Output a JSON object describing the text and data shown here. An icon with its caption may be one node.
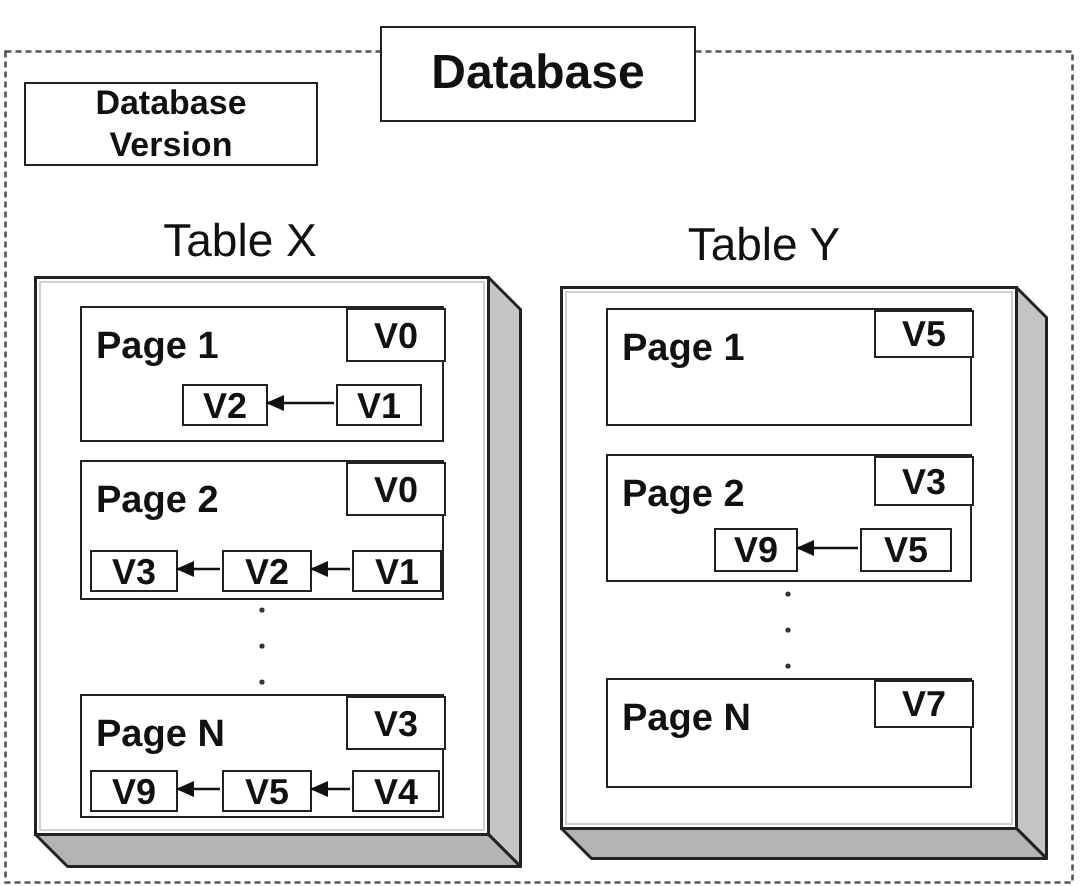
{
  "diagram": {
    "nodes": [
      {
        "text": [
          "Database"
        ]
      },
      {
        "text": [],
        "shape": "box"
      },
      {
        "text": [
          "Database Version"
        ],
        "in": 1
      },
      {
        "text": [
          "Table X"
        ],
        "in": 1
      },
      {
        "text": [
          "Page 1"
        ],
        "in": 3
      },
      {
        "text": [
          "V0"
        ],
        "in": 4
      },
      {
        "text": [
          "V2"
        ],
        "in": 4
      },
      {
        "text": [
          "V1"
        ],
        "in": 4
      },
      {
        "text": [
          "Page 2"
        ],
        "in": 3
      },
      {
        "text": [
          "V0"
        ],
        "in": 8
      },
      {
        "text": [
          "V3"
        ],
        "in": 8
      },
      {
        "text": [
          "V2"
        ],
        "in": 8
      },
      {
        "text": [
          "V1"
        ],
        "in": 8
      },
      {
        "text": [
          "Page N"
        ],
        "in": 3
      },
      {
        "text": [
          "V3"
        ],
        "in": 13
      },
      {
        "text": [
          "V9"
        ],
        "in": 13
      },
      {
        "text": [
          "V5"
        ],
        "in": 13
      },
      {
        "text": [
          "V4"
        ],
        "in": 13
      },
      {
        "text": [
          "Table Y"
        ],
        "in": 1
      },
      {
        "text": [
          "Page 1"
        ],
        "in": 18
      },
      {
        "text": [
          "V5"
        ],
        "in": 19
      },
      {
        "text": [
          "Page 2"
        ],
        "in": 18
      },
      {
        "text": [
          "V3"
        ],
        "in": 21
      },
      {
        "text": [
          "V9"
        ],
        "in": 21
      },
      {
        "text": [
          "V5"
        ],
        "in": 21
      },
      {
        "text": [
          "Page N"
        ],
        "in": 18
      },
      {
        "text": [
          "V7"
        ],
        "in": 25
      }
    ],
    "edges": [
      {
        "from": 7,
        "to": 6,
        "arrow": "to"
      },
      {
        "from": 12,
        "to": 11,
        "arrow": "to"
      },
      {
        "from": 11,
        "to": 10,
        "arrow": "to"
      },
      {
        "from": 17,
        "to": 16,
        "arrow": "to"
      },
      {
        "from": 16,
        "to": 15,
        "arrow": "to"
      },
      {
        "from": 24,
        "to": 23,
        "arrow": "to"
      }
    ]
  }
}
